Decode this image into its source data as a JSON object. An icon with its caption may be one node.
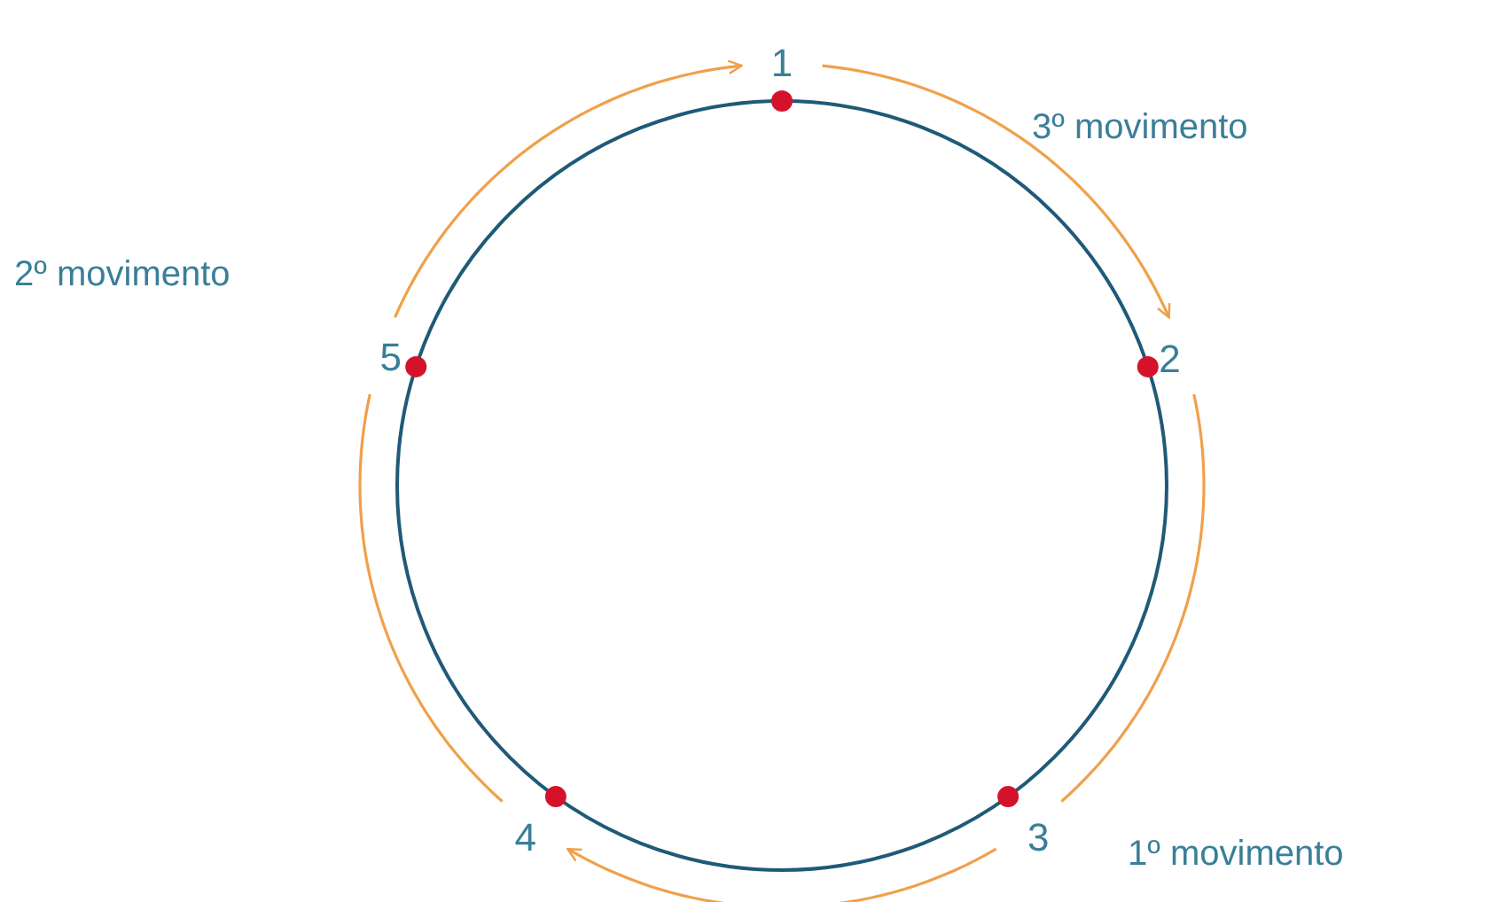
{
  "diagram": {
    "nodes": [
      {
        "text": [
          "1"
        ]
      },
      {
        "text": [
          "2"
        ]
      },
      {
        "text": [
          "3"
        ]
      },
      {
        "text": [
          "4"
        ]
      },
      {
        "text": [
          "5"
        ]
      }
    ],
    "edges": [
      {
        "from": 1,
        "to": 2,
        "arrow": "none"
      },
      {
        "from": 2,
        "to": 3,
        "arrow": "to"
      },
      {
        "from": 3,
        "to": 4,
        "arrow": "none"
      },
      {
        "from": 4,
        "to": 0,
        "arrow": "to"
      },
      {
        "from": 0,
        "to": 1,
        "arrow": "to"
      }
    ],
    "labels": [
      "3º movimento",
      "2º movimento",
      "1º movimento"
    ]
  }
}
